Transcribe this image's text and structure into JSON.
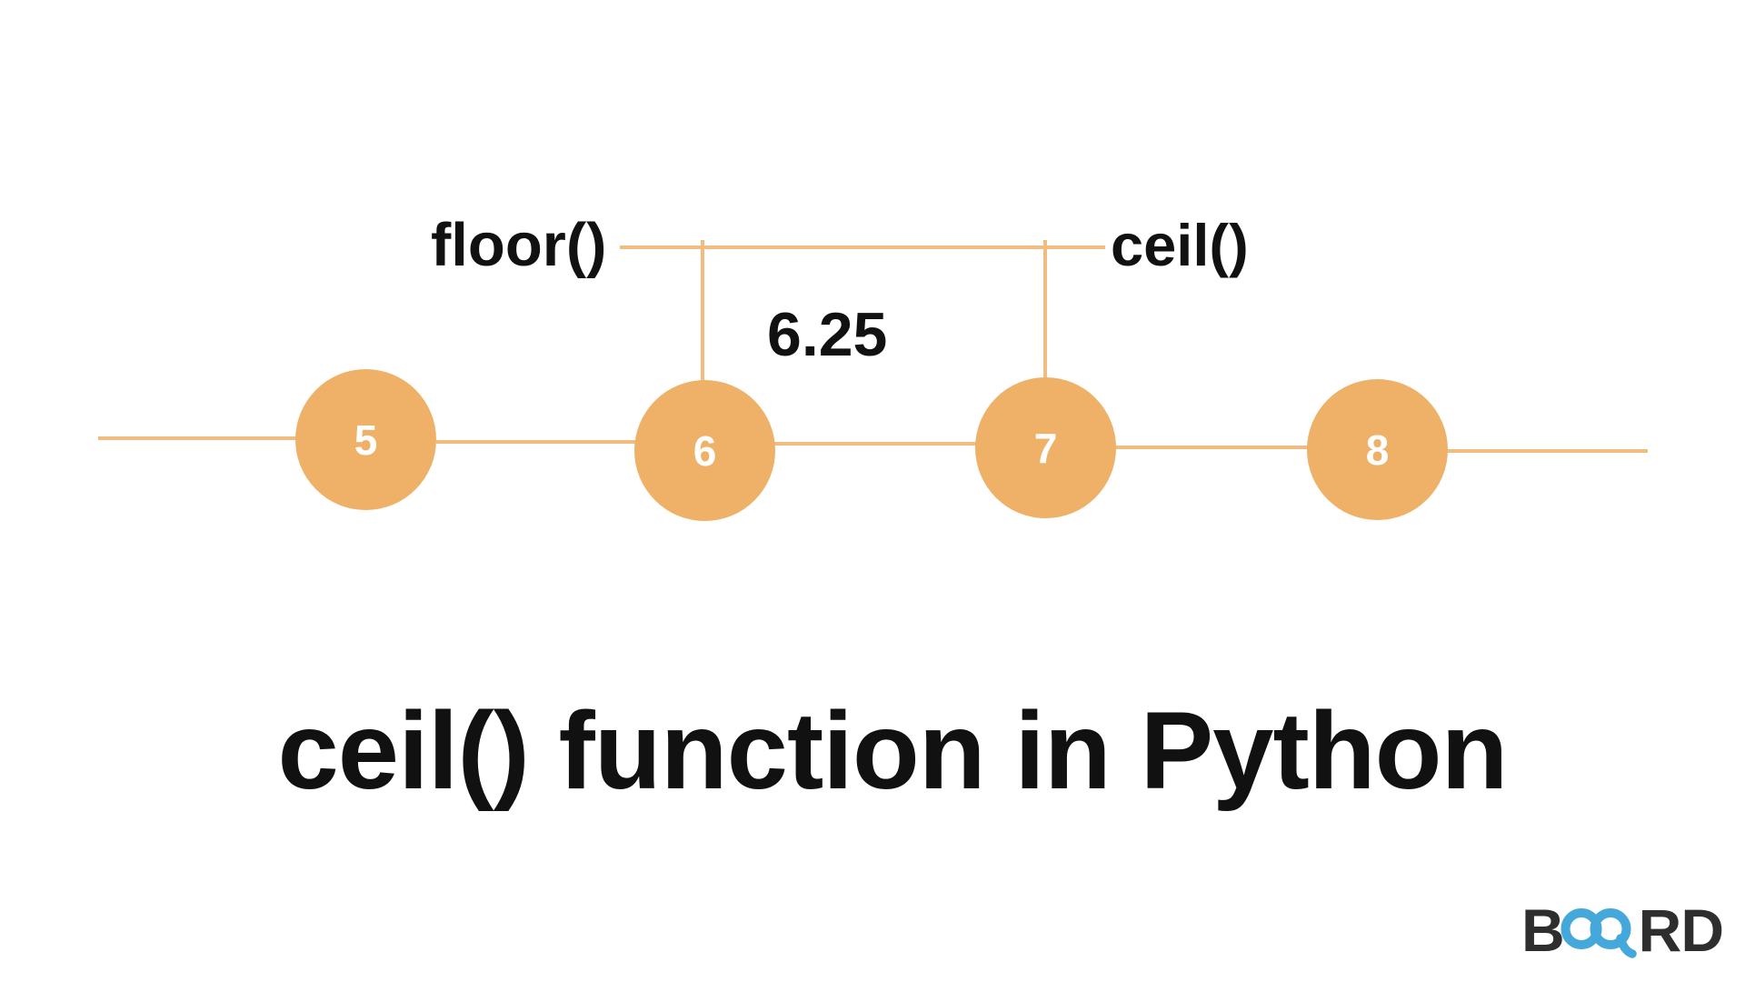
{
  "colors": {
    "circle": "#EFB168",
    "line": "#F0BC80",
    "text": "#111111",
    "logo_dark": "#2E2E2E",
    "logo_blue": "#45A8DA",
    "bg": "#FFFFFF"
  },
  "diagram": {
    "type": "number-line",
    "floor_label": "floor()",
    "ceil_label": "ceil()",
    "marked_value": "6.25",
    "points": [
      {
        "value": "5"
      },
      {
        "value": "6"
      },
      {
        "value": "7"
      },
      {
        "value": "8"
      }
    ]
  },
  "title": "ceil() function in Python",
  "logo": {
    "name": "Board",
    "part1": "B",
    "part2": "RD"
  }
}
